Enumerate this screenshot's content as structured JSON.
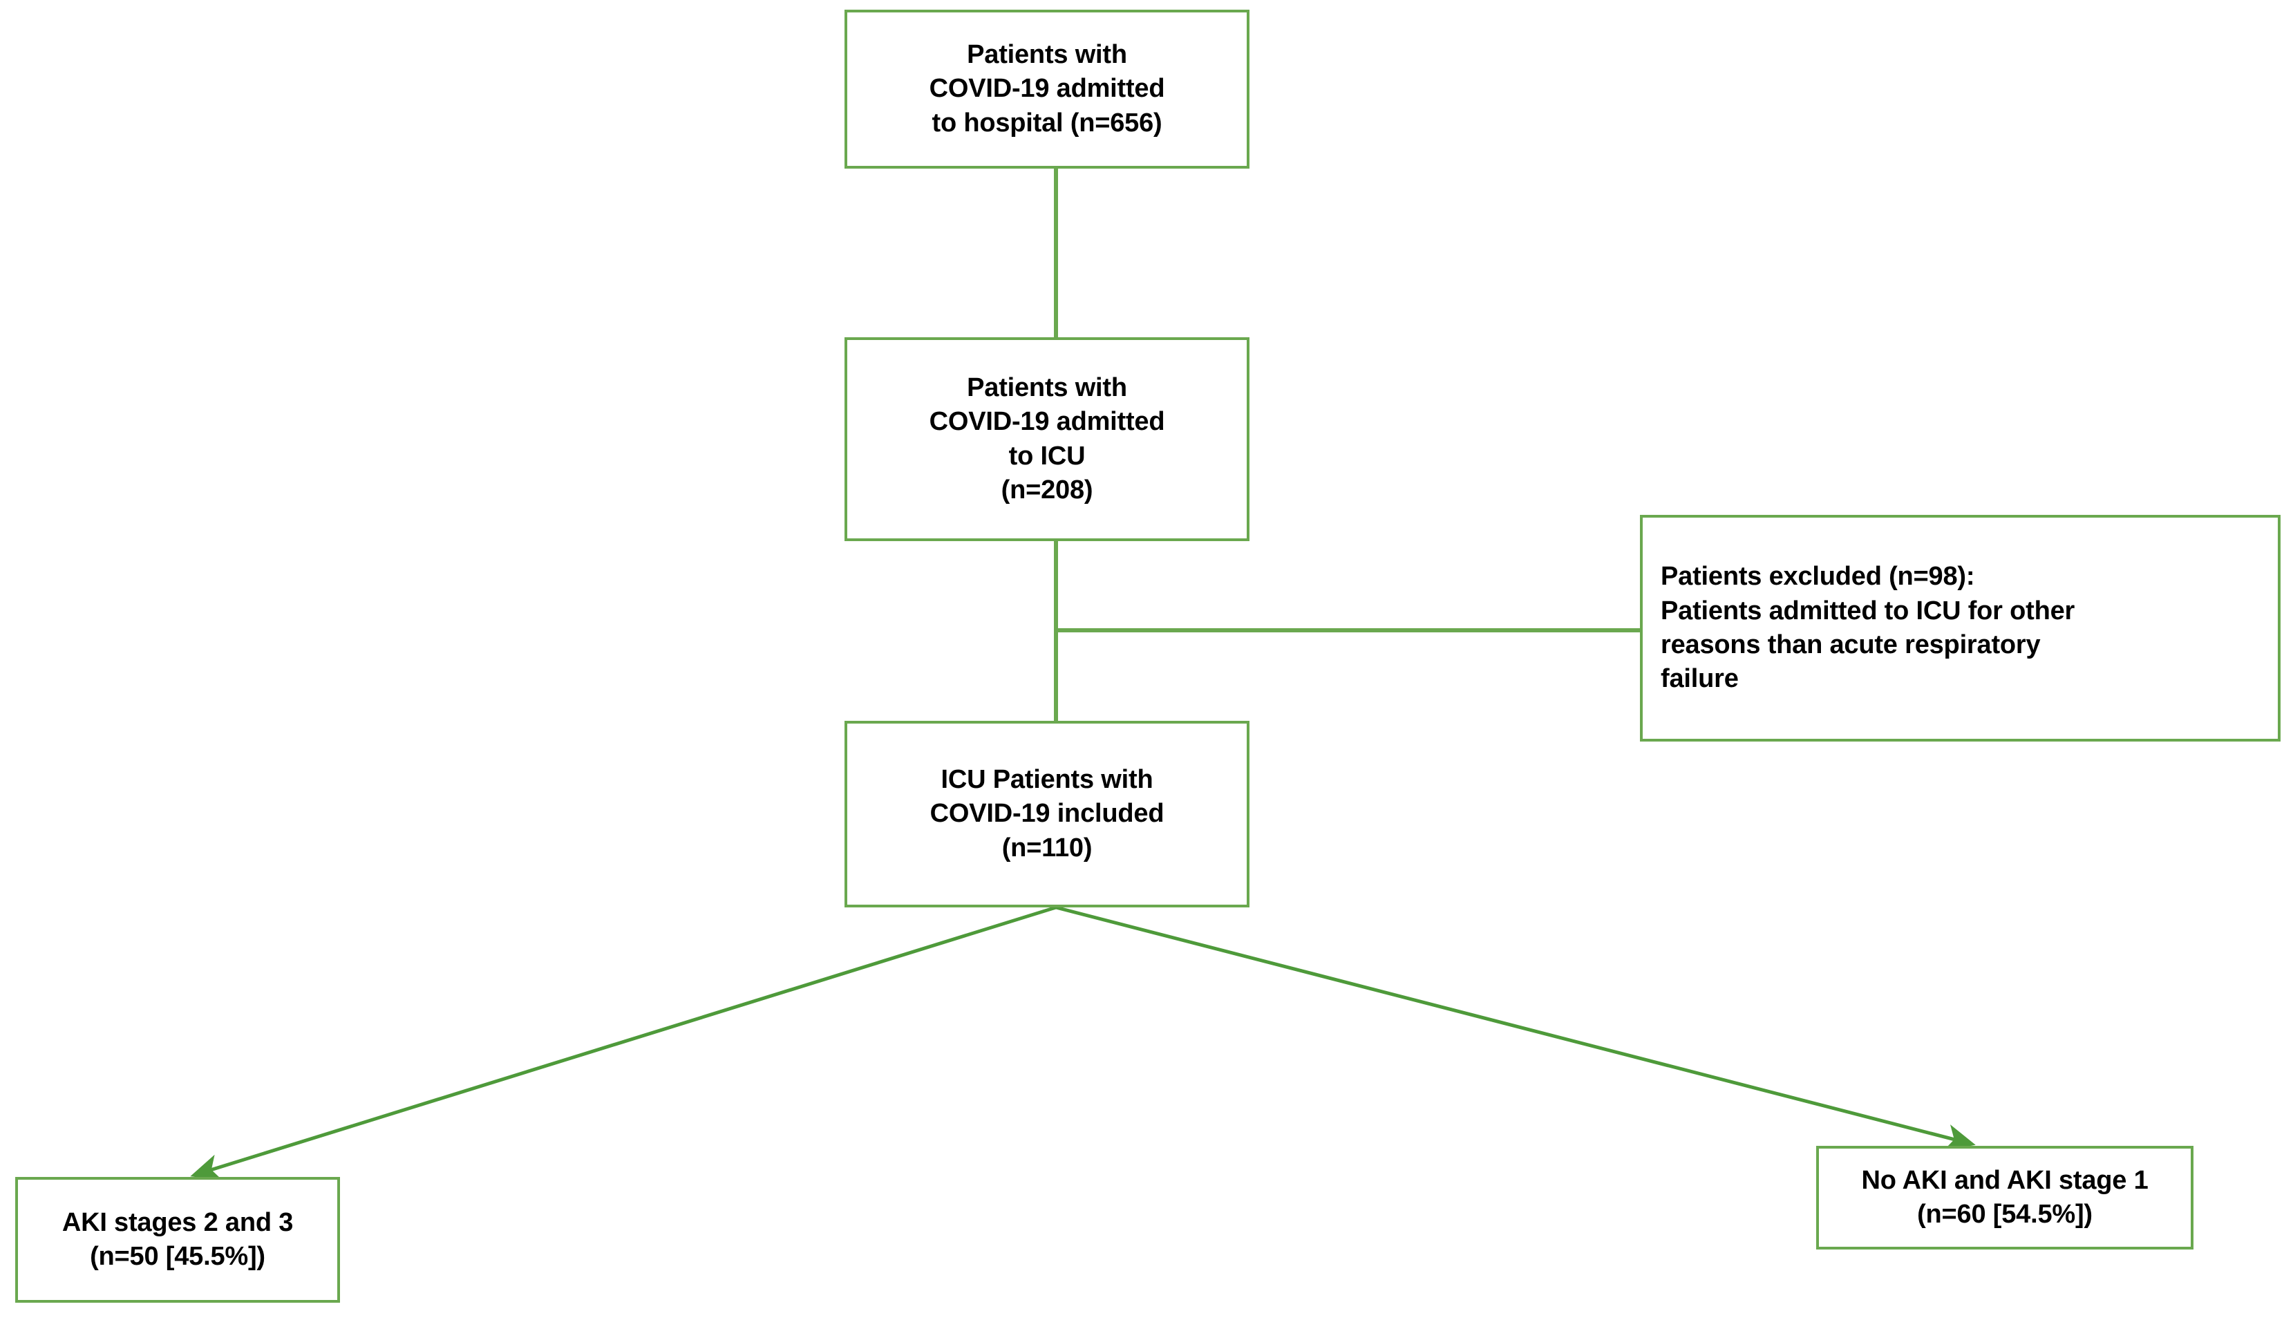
{
  "diagram": {
    "type": "flowchart",
    "title": "COVID-19 ICU patient inclusion flow chart",
    "accent_color": "#6aa84f",
    "background_color": "#ffffff",
    "text_color": "#000000",
    "nodes": [
      {
        "id": "hospital",
        "lines": [
          "Patients with",
          "COVID-19 admitted",
          "to hospital (n=656)"
        ],
        "count": 656
      },
      {
        "id": "icu",
        "lines": [
          "Patients with",
          "COVID-19 admitted",
          "to ICU",
          "(n=208)"
        ],
        "count": 208
      },
      {
        "id": "excluded",
        "lines": [
          "Patients excluded (n=98):",
          "Patients admitted to ICU for other",
          "reasons than acute respiratory",
          "failure"
        ],
        "count": 98
      },
      {
        "id": "included",
        "lines": [
          "ICU Patients with",
          "COVID-19 included",
          "(n=110)"
        ],
        "count": 110
      },
      {
        "id": "aki23",
        "lines": [
          "AKI stages 2 and 3",
          "(n=50 [45.5%])"
        ],
        "count": 50,
        "percent": "45.5%"
      },
      {
        "id": "noaki",
        "lines": [
          "No AKI and AKI stage 1",
          "(n=60 [54.5%])"
        ],
        "count": 60,
        "percent": "54.5%"
      }
    ]
  }
}
